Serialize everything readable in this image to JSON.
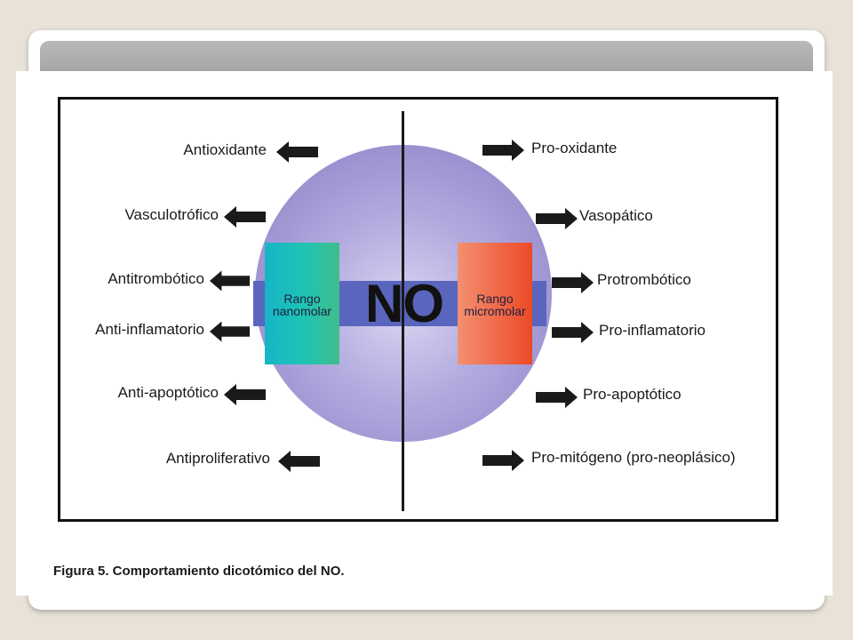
{
  "center": {
    "molecule": "NO",
    "left_box": {
      "line1": "Rango",
      "line2": "nanomolar"
    },
    "right_box": {
      "line1": "Rango",
      "line2": "micromolar"
    }
  },
  "left_effects": [
    "Antioxidante",
    "Vasculotrófico",
    "Antitrombótico",
    "Anti-inflamatorio",
    "Anti-apoptótico",
    "Antiproliferativo"
  ],
  "right_effects": [
    "Pro-oxidante",
    "Vasopático",
    "Protrombótico",
    "Pro-inflamatorio",
    "Pro-apoptótico",
    "Pro-mitógeno (pro-neoplásico)"
  ],
  "caption": "Figura 5. Comportamiento dicotómico del NO.",
  "colors": {
    "sphere": "#9a90cf",
    "band": "#5a66bd",
    "nanomolar_box": "#1ec3b5",
    "micromolar_box": "#ec4a25",
    "arrow": "#1a1a1a"
  }
}
